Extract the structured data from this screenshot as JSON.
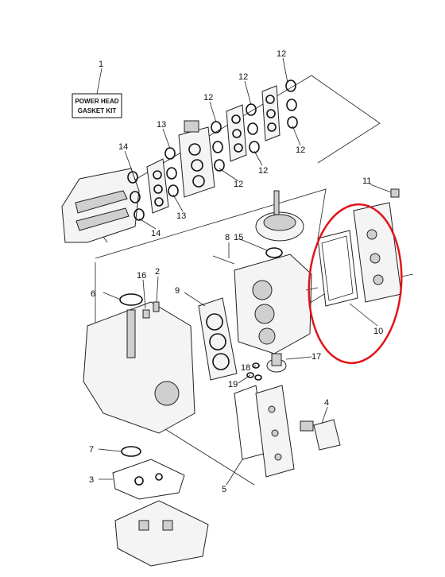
{
  "kit_box": {
    "line1": "POWER HEAD",
    "line2": "GASKET KIT"
  },
  "callouts": {
    "c1": "1",
    "c2": "2",
    "c3": "3",
    "c4": "4",
    "c5": "5",
    "c6": "6",
    "c7": "7",
    "c8": "8",
    "c9": "9",
    "c10": "10",
    "c11": "11",
    "c12a": "12",
    "c12b": "12",
    "c12c": "12",
    "c12d": "12",
    "c12e": "12",
    "c12f": "12",
    "c13a": "13",
    "c13b": "13",
    "c14a": "14",
    "c14b": "14",
    "c15": "15",
    "c16": "16",
    "c17": "17",
    "c18": "18",
    "c19": "19"
  },
  "highlight_color": "#e0151b"
}
